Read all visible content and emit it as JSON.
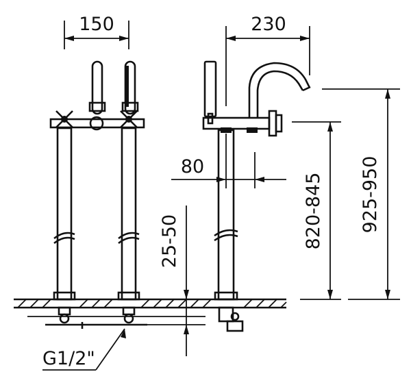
{
  "dimensions": {
    "spacing": "150",
    "reach": "230",
    "offset": "80",
    "adjust": "25-50",
    "outlet_height": "820-845",
    "total_height": "925-950",
    "thread": "G1/2\""
  }
}
